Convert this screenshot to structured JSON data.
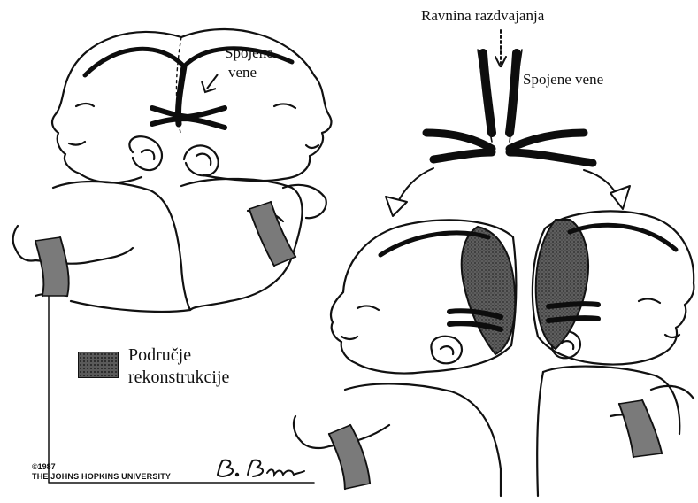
{
  "labels": {
    "separation_plane": "Ravnina razdvajanja",
    "veins_top_line1": "Spojene",
    "veins_top_line2": "vene",
    "veins_right": "Spojene vene"
  },
  "legend": {
    "line1": "Područje",
    "line2": "rekonstrukcije",
    "swatch_color": "#5a5a5a"
  },
  "credit": {
    "year": "©1987",
    "institution": "THE JOHNS HOPKINS UNIVERSITY"
  },
  "colors": {
    "ink": "#111111",
    "vein": "#0d0d0d",
    "reconstruction": "#5a5a5a",
    "paper": "#ffffff"
  }
}
